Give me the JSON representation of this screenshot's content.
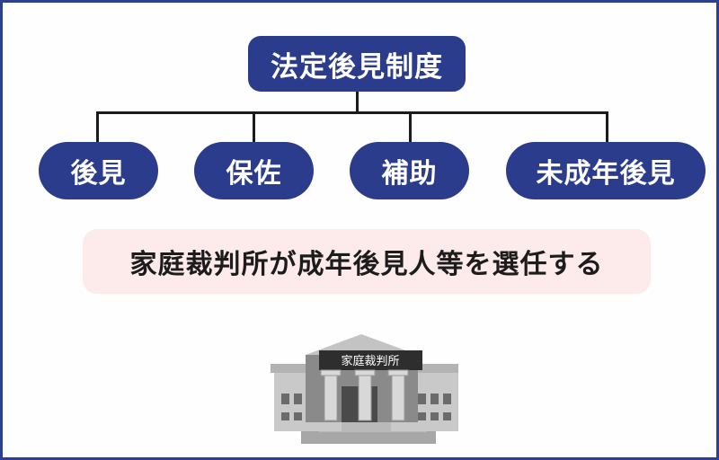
{
  "diagram": {
    "root": {
      "label": "法定後見制度"
    },
    "children": [
      {
        "label": "後見"
      },
      {
        "label": "保佐"
      },
      {
        "label": "補助"
      },
      {
        "label": "未成年後見"
      }
    ],
    "note": {
      "label": "家庭裁判所が成年後見人等を選任する"
    },
    "illustration": {
      "icon": "courthouse-icon",
      "sign_label": "家庭裁判所"
    }
  },
  "colors": {
    "frame_border": "#2d3f8f",
    "node_fill": "#2b3c8c",
    "node_text": "#ffffff",
    "connector": "#1b1b1b",
    "note_fill": "#fdeaea",
    "note_text": "#1c1c1c"
  }
}
